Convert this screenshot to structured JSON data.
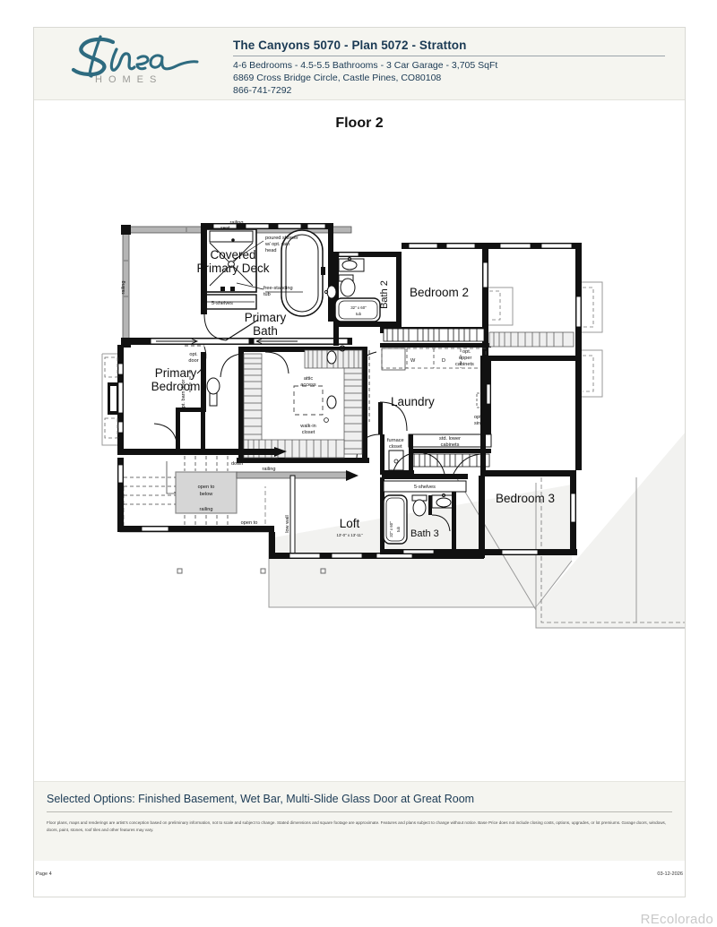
{
  "header": {
    "logo_script": "Shea",
    "logo_sub": "HOMES",
    "title": "The Canyons 5070 - Plan 5072 - Stratton",
    "line1": "4-6 Bedrooms - 4.5-5.5 Bathrooms - 3 Car Garage - 3,705 SqFt",
    "line2": "6869 Cross Bridge Circle, Castle Pines, CO80108",
    "line3": "866-741-7292",
    "brand_color": "#2e6b80"
  },
  "floor_title": "Floor 2",
  "footer": {
    "selected_options": "Selected Options: Finished Basement, Wet Bar, Multi-Slide Glass Door at Great Room",
    "disclaimer": "Floor plans, maps and renderings are artist's conception based on preliminary information, not to scale and subject to change. Stated dimensions and square footage are approximate. Features and plans subject to change without notice. Base Price does not include closing costs, options, upgrades, or lot premiums. Garage doors, windows, doors, paint, stones, roof tiles and other features may vary.",
    "page": "Page 4",
    "date": "03-12-2026",
    "watermark": "REcolorado"
  },
  "plan": {
    "rooms": [
      {
        "name": "Covered Primary Deck",
        "line1": "Covered",
        "line2": "Primary Deck"
      },
      {
        "name": "Primary Bath",
        "line1": "Primary",
        "line2": "Bath"
      },
      {
        "name": "Primary Bedroom",
        "line1": "Primary",
        "line2": "Bedroom"
      },
      {
        "name": "Bedroom 2",
        "line1": "Bedroom 2"
      },
      {
        "name": "Bedroom 3",
        "line1": "Bedroom 3"
      },
      {
        "name": "Laundry",
        "line1": "Laundry"
      },
      {
        "name": "Loft",
        "line1": "Loft",
        "dims": "13'-0\" x 13'-11\""
      },
      {
        "name": "Bath 2",
        "line1": "Bath 2"
      },
      {
        "name": "Bath 3",
        "line1": "Bath 3"
      }
    ],
    "labels": {
      "railing_deck_top": "railing",
      "railing_deck_left": "railing",
      "railing_stair_top": "railing",
      "railing_stair_bottom": "railing",
      "seat": "seat",
      "shelves_primary": "5-shelves",
      "shelves_bath3": "5-shelves",
      "poured_shower": "poured  shower",
      "poured_shower_2": "w/ opt. rain",
      "poured_shower_3": "head",
      "free_standing_tub": "free-standing",
      "free_standing_tub_2": "tub",
      "tub_bath2": "32\" x 60\"",
      "tub_bath2_2": "tub",
      "tub_bath3": "32\" x 60\"",
      "tub_bath3_2": "tub",
      "opt_door": "opt.",
      "opt_door_2": "door",
      "opt_barn_door_left": "opt. barn door",
      "opt_barn_door_right": "opt. barn door",
      "attic_access": "attic",
      "attic_access_2": "access",
      "walk_in_closet": "walk-in",
      "walk_in_closet_2": "closet",
      "opt_upper_cabinets": "opt.",
      "opt_upper_cabinets_2": "upper",
      "opt_upper_cabinets_3": "cabinets",
      "std_lower_cabinets": "std. lower",
      "std_lower_cabinets_2": "cabinets",
      "opt_sink": "opt.",
      "opt_sink_2": "sink",
      "washer": "W",
      "dryer": "D",
      "furnace_closet": "furnace",
      "furnace_closet_2": "closet",
      "down": "down",
      "open_to_below_a": "open to",
      "open_to_below_a2": "below",
      "open_to_below_b": "open to",
      "open_to_below_b2": "below",
      "low_wall": "low wall"
    }
  }
}
